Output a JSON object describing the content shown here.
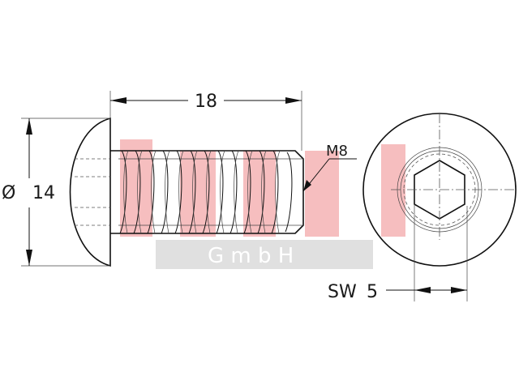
{
  "dimensions": {
    "length": "18",
    "diameter_symbol": "Ø",
    "diameter_value": "14",
    "thread": "M8",
    "wrench_size_label": "SW",
    "wrench_size_value": "5"
  },
  "watermark": {
    "text": "G m b H",
    "color": "#e8464b",
    "band_color": "#c8c8c8"
  }
}
